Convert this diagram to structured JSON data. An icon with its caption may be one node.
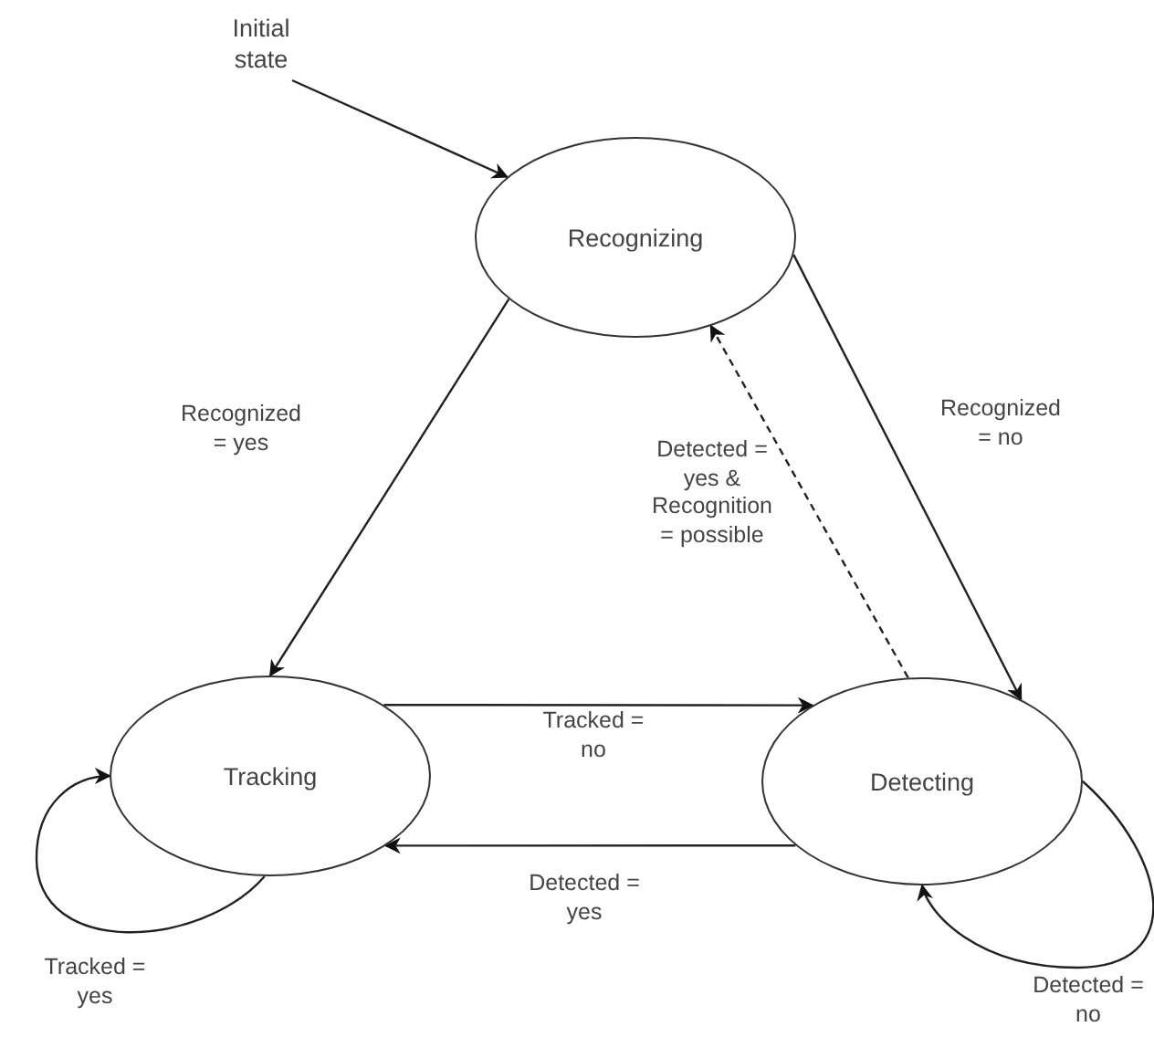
{
  "diagram": {
    "nodes": [
      {
        "text": [
          "Initial state"
        ]
      },
      {
        "text": [
          "Recognizing"
        ]
      },
      {
        "text": [
          "Tracking"
        ]
      },
      {
        "text": [
          "Detecting"
        ]
      }
    ],
    "edges": [
      {
        "from": 0,
        "to": 1,
        "arrow": "to"
      },
      {
        "from": 1,
        "to": 2,
        "arrow": "to",
        "label": "Recognized = yes"
      },
      {
        "from": 1,
        "to": 3,
        "arrow": "to",
        "label": "Recognized = no"
      },
      {
        "from": 3,
        "to": 1,
        "arrow": "to",
        "label": "Detected = yes & Recognition = possible",
        "style": "dashed"
      },
      {
        "from": 2,
        "to": 3,
        "arrow": "to",
        "label": "Tracked = no"
      },
      {
        "from": 3,
        "to": 2,
        "arrow": "to",
        "label": "Detected = yes"
      },
      {
        "from": 2,
        "to": 2,
        "arrow": "to",
        "label": "Tracked = yes"
      },
      {
        "from": 3,
        "to": 3,
        "arrow": "to",
        "label": "Detected = no"
      }
    ]
  }
}
